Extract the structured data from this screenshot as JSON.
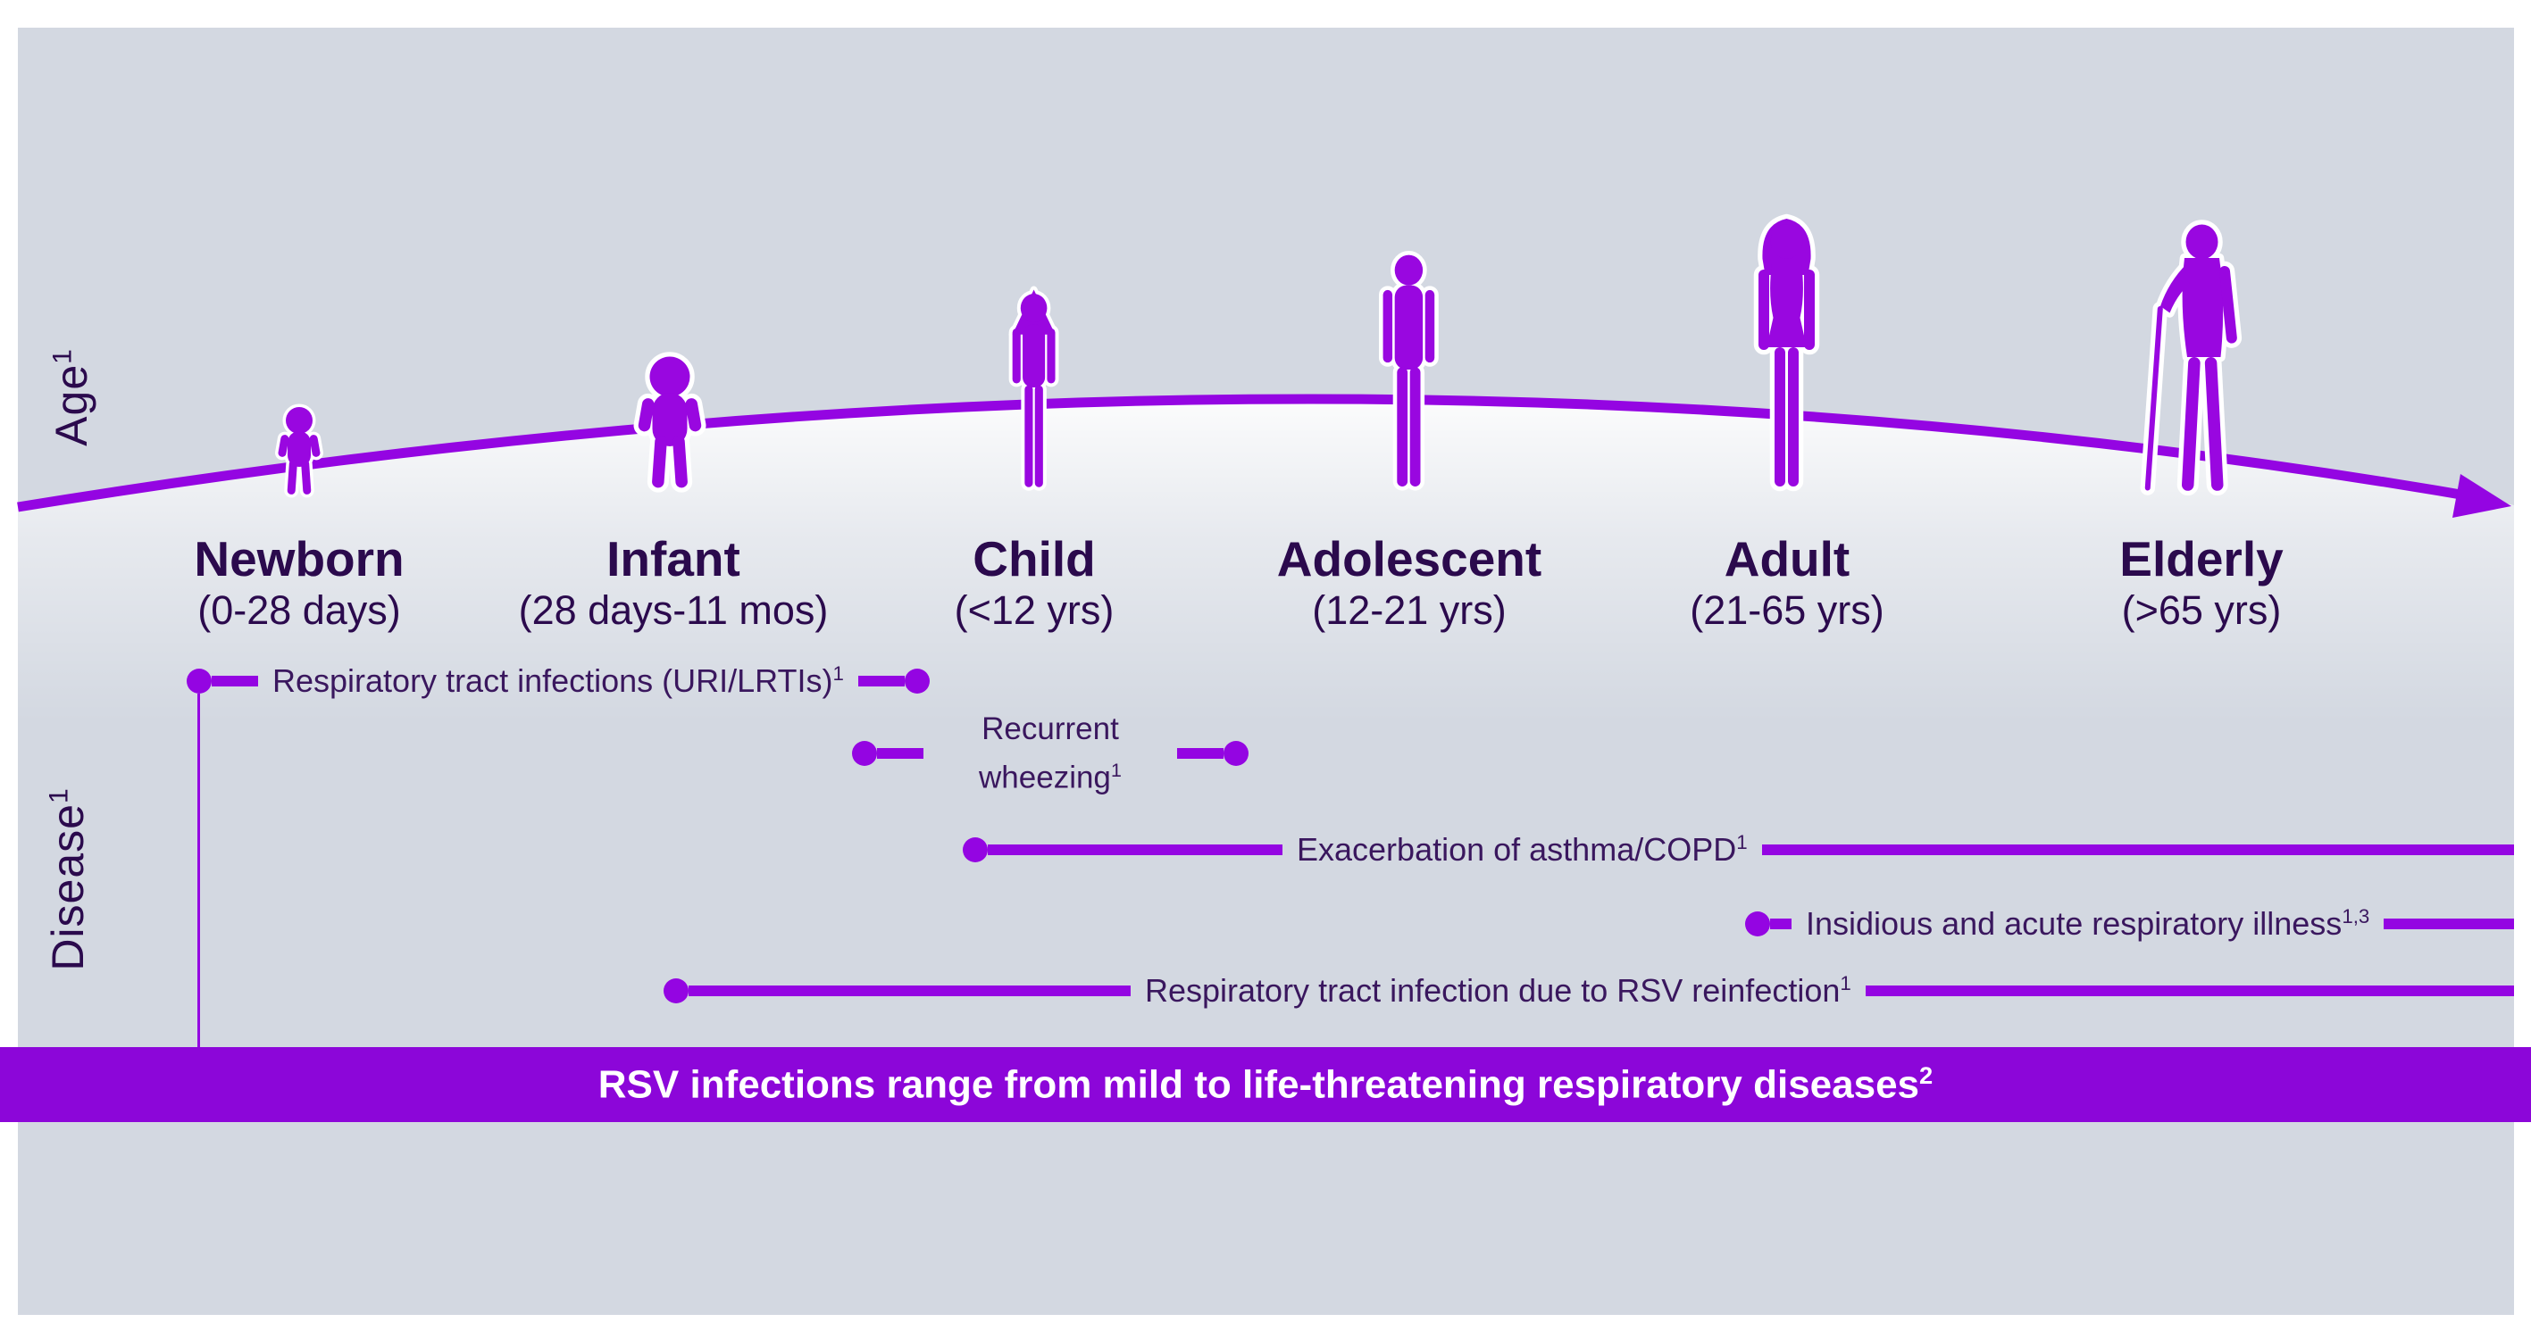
{
  "colors": {
    "panel_bg": "#d3d8e1",
    "purple": "#9405e2",
    "banner_bg": "#8c06d9",
    "heading_text": "#2b0a4d",
    "row_text": "#3a175e",
    "banner_text": "#ffffff"
  },
  "axes": {
    "age_label": {
      "text": "Age",
      "sup": "1"
    },
    "disease_label": {
      "text": "Disease",
      "sup": "1"
    }
  },
  "age_groups": [
    {
      "name": "Newborn",
      "range": "(0-28 days)",
      "figure": "newborn-baby"
    },
    {
      "name": "Infant",
      "range": "(28 days-11 mos)",
      "figure": "infant-toddler"
    },
    {
      "name": "Child",
      "range": "(<12 yrs)",
      "figure": "child-girl"
    },
    {
      "name": "Adolescent",
      "range": "(12-21 yrs)",
      "figure": "adolescent-boy"
    },
    {
      "name": "Adult",
      "range": "(21-65 yrs)",
      "figure": "adult-woman"
    },
    {
      "name": "Elderly",
      "range": "(>65 yrs)",
      "figure": "elderly-man-with-cane"
    }
  ],
  "diseases": [
    {
      "text": "Respiratory tract infections (URI/LRTIs)",
      "sup": "1"
    },
    {
      "text": "Recurrent wheezing",
      "sup": "1"
    },
    {
      "text": "Exacerbation of asthma/COPD",
      "sup": "1"
    },
    {
      "text": "Insidious and acute respiratory illness",
      "sup": "1,3"
    },
    {
      "text": "Respiratory tract infection due to RSV reinfection",
      "sup": "1"
    }
  ],
  "banner": {
    "text": "RSV infections range from mild to life-threatening respiratory diseases",
    "sup": "2"
  }
}
